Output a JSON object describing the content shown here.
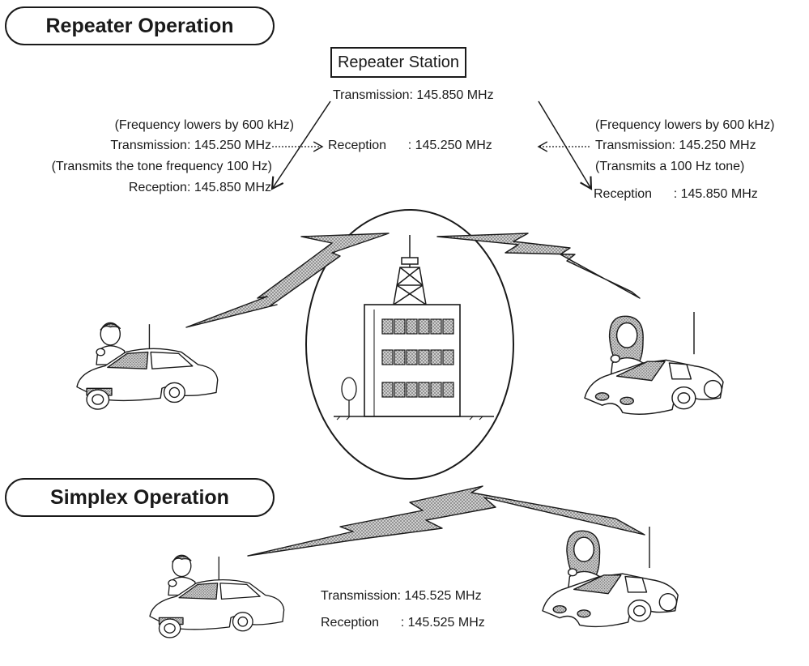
{
  "repeater_section": {
    "title": "Repeater Operation",
    "station_label": "Repeater Station",
    "station_tx": "Transmission: 145.850 MHz",
    "station_rx": "Reception      : 145.250 MHz",
    "left": {
      "note1": "(Frequency lowers by 600 kHz)",
      "tx": "Transmission: 145.250 MHz",
      "note2": "(Transmits the tone frequency 100 Hz)",
      "rx": "Reception: 145.850 MHz"
    },
    "right": {
      "note1": "(Frequency lowers by 600 kHz)",
      "tx": "Transmission: 145.250 MHz",
      "note2": "(Transmits a 100 Hz tone)",
      "rx": "Reception      : 145.850 MHz"
    }
  },
  "simplex_section": {
    "title": "Simplex Operation",
    "tx": "Transmission: 145.525 MHz",
    "rx": "Reception      : 145.525 MHz"
  },
  "colors": {
    "line": "#1a1a1a",
    "signal_fill": "#9a9a9a",
    "shade": "#b5b5b5"
  }
}
